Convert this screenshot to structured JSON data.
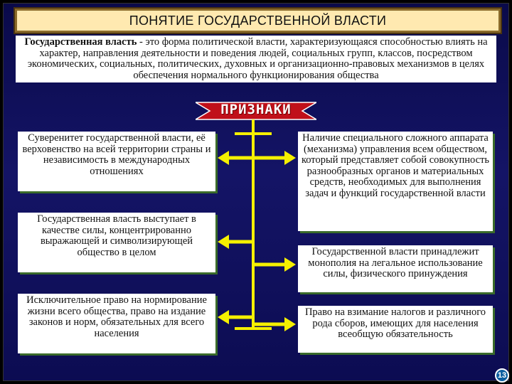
{
  "title": "ПОНЯТИЕ ГОСУДАРСТВЕННОЙ ВЛАСТИ",
  "definition": {
    "term": "Государственная власть",
    "text": " - это форма политической власти, характеризующаяся способностью влиять на характер, направления деятельности и поведения людей, социальных групп, классов, посредством экономических, социальных, политических, духовных и организационно-правовых механизмов в целях обеспечения нормального функционирования общества"
  },
  "priznaki": "ПРИЗНАКИ",
  "left_boxes": [
    "Суверенитет государственной власти, её верховенство на всей территории страны и независимость в международных отношениях",
    "Государственная власть выступает в качестве силы, концентрированно выражающей и символизирующей общество в целом",
    "Исключительное право на нормирование жизни всего общества, право на издание законов и норм, обязательных для всего населения"
  ],
  "right_boxes": [
    "Наличие специального сложного аппарата (механизма) управления всем обществом, который представляет собой совокупность разнообразных органов и материальных средств, необходимых для выполнения задач и функций государственной власти",
    "Государственной власти принадлежит монополия на легальное использование силы, физического принуждения",
    "Право на взимание налогов и различного рода сборов, имеющих для населения всеобщую обязательность"
  ],
  "slide_number": "13",
  "colors": {
    "background": "#0c0c52",
    "title_fill": "#ffe9b0",
    "connector": "#f5f000",
    "priznaki_banner": "#c0101a"
  }
}
